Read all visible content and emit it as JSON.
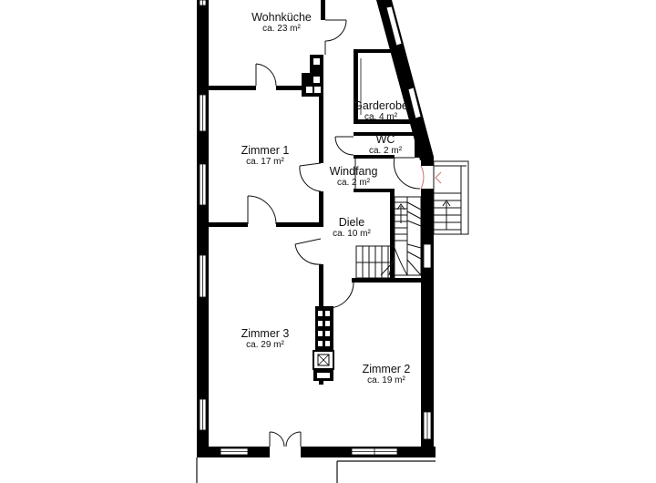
{
  "rooms": {
    "wohnkueche": {
      "name": "Wohnküche",
      "area": "ca. 23 m²"
    },
    "zimmer1": {
      "name": "Zimmer 1",
      "area": "ca. 17 m²"
    },
    "garderobe": {
      "name": "Garderobe",
      "area": "ca. 4 m²"
    },
    "wc": {
      "name": "WC",
      "area": "ca. 2 m²"
    },
    "windfang": {
      "name": "Windfang",
      "area": "ca. 2 m²"
    },
    "diele": {
      "name": "Diele",
      "area": "ca. 10 m²"
    },
    "zimmer3": {
      "name": "Zimmer 3",
      "area": "ca. 29 m²"
    },
    "zimmer2": {
      "name": "Zimmer 2",
      "area": "ca. 19 m²"
    }
  },
  "colors": {
    "wall": "#000000",
    "line": "#111111",
    "background": "#ffffff"
  }
}
